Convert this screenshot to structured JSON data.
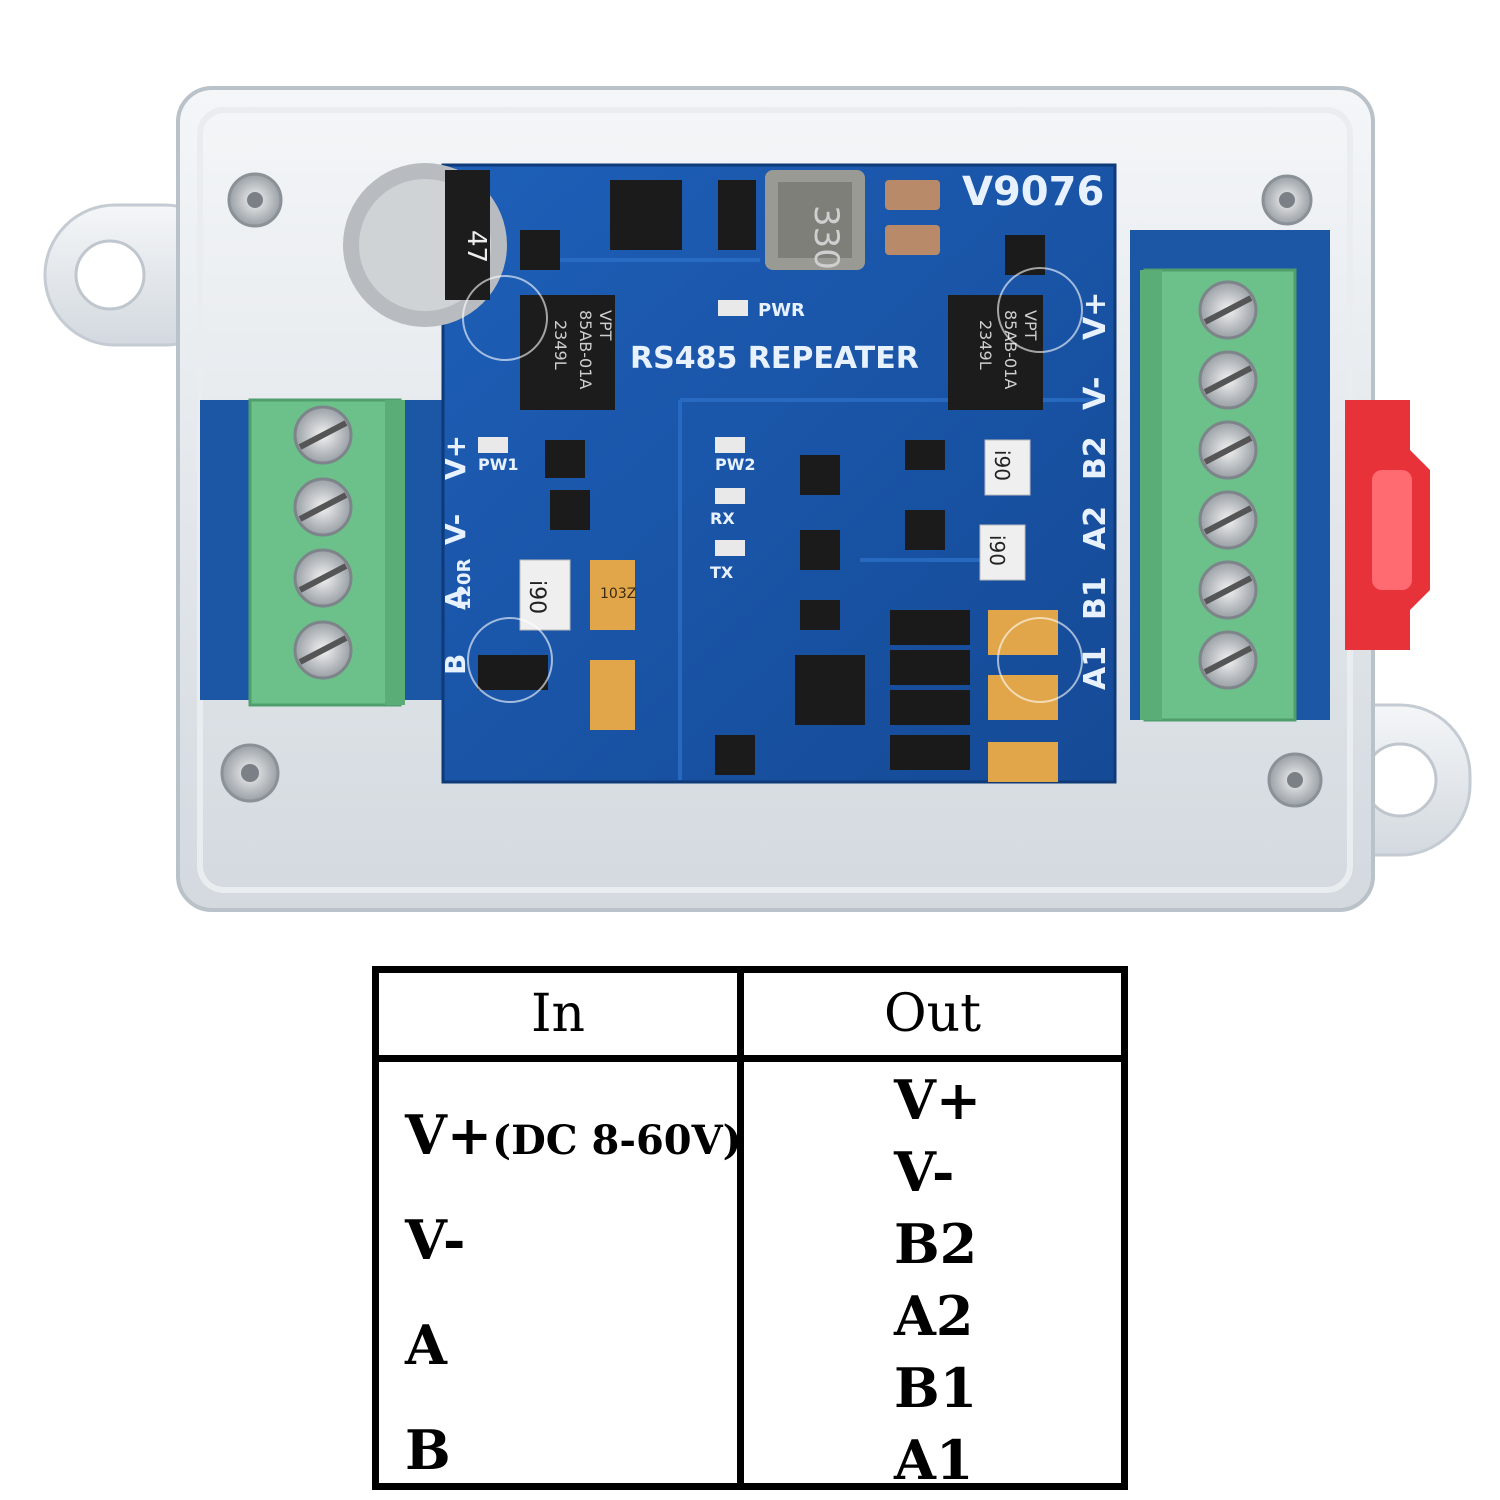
{
  "board": {
    "title": "RS485 REPEATER",
    "model": "V9076",
    "pwr_label": "PWR",
    "pw1_label": "PW1",
    "pw2_label": "PW2",
    "rx_label": "RX",
    "tx_label": "TX",
    "cap_label": "47",
    "inductor_label": "330",
    "resistor_120r": "120R",
    "tvs_label": "i90",
    "fuse_label": "103Z",
    "isolator_line1": "VPT",
    "isolator_line2": "85AB-01A",
    "isolator_line3": "2349L",
    "left_terminal_labels": [
      "V+",
      "V-",
      "A",
      "B"
    ],
    "right_terminal_labels": [
      "V+",
      "V-",
      "B2",
      "A2",
      "B1",
      "A1"
    ],
    "colors": {
      "pcb": "#1a55a8",
      "terminal": "#6cc18a",
      "clip": "#e8323a",
      "case": "#dfe5ea"
    }
  },
  "table": {
    "header_in": "In",
    "header_out": "Out",
    "in_rows": [
      {
        "label": "V+",
        "note": "(DC 8-60V)"
      },
      {
        "label": "V-",
        "note": ""
      },
      {
        "label": "A",
        "note": ""
      },
      {
        "label": "B",
        "note": ""
      }
    ],
    "out_rows": [
      "V+",
      "V-",
      "B2",
      "A2",
      "B1",
      "A1"
    ]
  }
}
